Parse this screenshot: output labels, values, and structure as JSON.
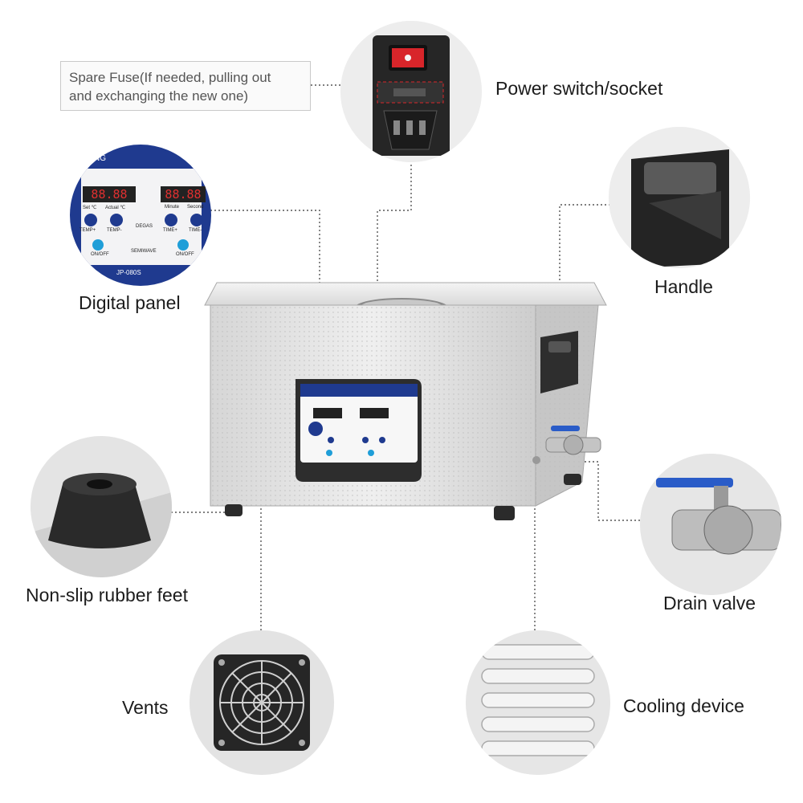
{
  "callouts": {
    "spare_fuse_line1": "Spare Fuse(If needed, pulling out",
    "spare_fuse_line2": "and exchanging the new one)",
    "power_switch": "Power switch/socket",
    "digital_panel": "Digital panel",
    "handle": "Handle",
    "rubber_feet": "Non-slip rubber feet",
    "drain_valve": "Drain valve",
    "vents": "Vents",
    "cooling": "Cooling device"
  },
  "panel": {
    "brand": "SKYMEN CLEANING",
    "brand_short": "NING",
    "model": "JP-080S",
    "display_left": "88.88",
    "display_right": "88.88",
    "set_label": "Set ℃",
    "actual_label": "Actual ℃",
    "minute_label": "Minute",
    "second_label": "Second",
    "btn_temp_up": "TEMP+",
    "btn_temp_down": "TEMP-",
    "btn_degas": "DEGAS",
    "btn_time_up": "TIME+",
    "btn_time_down": "TIME-",
    "btn_on_off_left": "ON/OFF",
    "btn_semiwave": "SEMIWAVE",
    "btn_on_off_right": "ON/OFF"
  },
  "colors": {
    "panel_blue": "#1f3a8f",
    "switch_red": "#d8252a",
    "valve_blue": "#2a5cc8",
    "display_red": "#e03030"
  },
  "icons": [
    "power-switch-icon",
    "fan-grille-icon",
    "valve-handle-icon"
  ]
}
